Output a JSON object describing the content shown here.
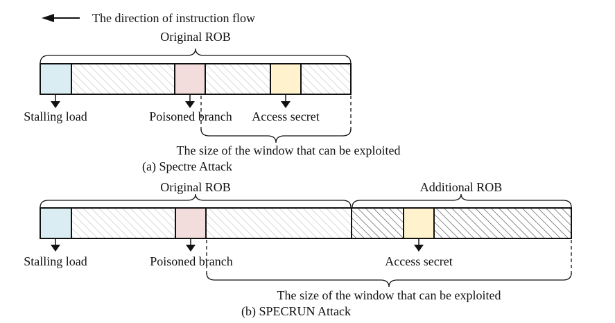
{
  "legend": {
    "arrow_label": "The direction of instruction flow"
  },
  "spectre": {
    "rob_label": "Original ROB",
    "stalling_label": "Stalling load",
    "branch_label": "Poisoned branch",
    "access_label": "Access secret",
    "window_label": "The size of the window that can be exploited",
    "caption": "(a) Spectre Attack"
  },
  "specrun": {
    "rob_label": "Original ROB",
    "additional_label": "Additional ROB",
    "stalling_label": "Stalling load",
    "branch_label": "Poisoned branch",
    "access_label": "Access secret",
    "window_label": "The size of the window that can be exploited",
    "caption": "(b) SPECRUN Attack"
  },
  "colors": {
    "stalling_load": "#daedf3",
    "poisoned_branch": "#f2dcdc",
    "access_secret": "#fff2cc",
    "hatch_light": "#d2d2d2",
    "hatch_dark": "#555555",
    "outline": "#111111"
  }
}
